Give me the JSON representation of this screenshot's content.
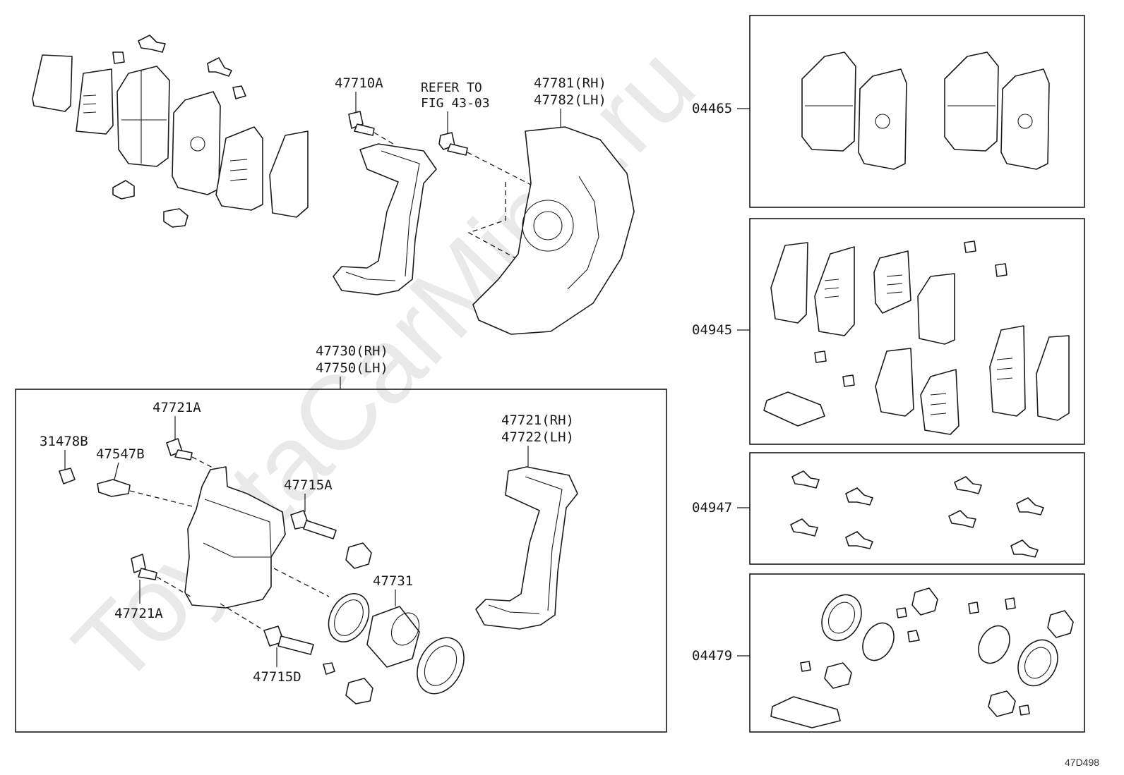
{
  "watermark": "ToyotaCarMine.ru",
  "figure_code": "47D498",
  "upper_labels": {
    "caliper_bolt": "47710A",
    "refer_line1": "REFER TO",
    "refer_line2": "FIG 43-03",
    "dust_cover_rh": "47781(RH)",
    "dust_cover_lh": "47782(LH)"
  },
  "caliper_assembly": {
    "label_rh": "47730(RH)",
    "label_lh": "47750(LH)",
    "parts": {
      "bolt_upper": "47721A",
      "bleeder_cap": "31478B",
      "bleeder_plug": "47547B",
      "slide_pin_upper": "47715A",
      "mounting_rh": "47721(RH)",
      "mounting_lh": "47722(LH)",
      "piston": "47731",
      "bolt_lower": "47721A",
      "slide_pin_lower": "47715D"
    }
  },
  "kits": [
    {
      "code": "04465"
    },
    {
      "code": "04945"
    },
    {
      "code": "04947"
    },
    {
      "code": "04479"
    }
  ]
}
